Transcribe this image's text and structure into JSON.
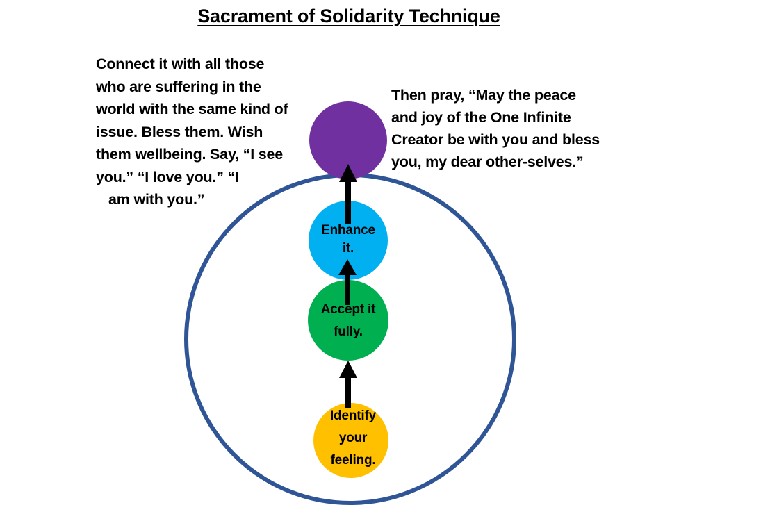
{
  "title": "Sacrament of Solidarity Technique",
  "left_note": {
    "lines": [
      "Connect it with all those",
      "who are suffering in the",
      "world with the same kind of",
      "issue. Bless them. Wish",
      "them wellbeing. Say, “I see",
      "you.” “I love you.” “I",
      "am with you.”"
    ]
  },
  "right_note": {
    "lines": [
      "Then pray, “May the peace",
      "and joy of the One Infinite",
      "Creator be with you and bless",
      "you, my dear other-selves.”"
    ]
  },
  "steps": [
    {
      "id": "identify",
      "lines": [
        "Identify",
        "your",
        "feeling."
      ],
      "color": "#ffc000"
    },
    {
      "id": "accept",
      "lines": [
        "Accept it",
        "fully."
      ],
      "color": "#00b050"
    },
    {
      "id": "enhance",
      "lines": [
        "Enhance",
        "it."
      ],
      "color": "#00b0f0"
    },
    {
      "id": "connect",
      "lines": [],
      "color": "#7030a0"
    }
  ],
  "colors": {
    "outer_ring": "#2f5597",
    "arrow": "#000000",
    "text": "#000000",
    "background": "#ffffff"
  }
}
